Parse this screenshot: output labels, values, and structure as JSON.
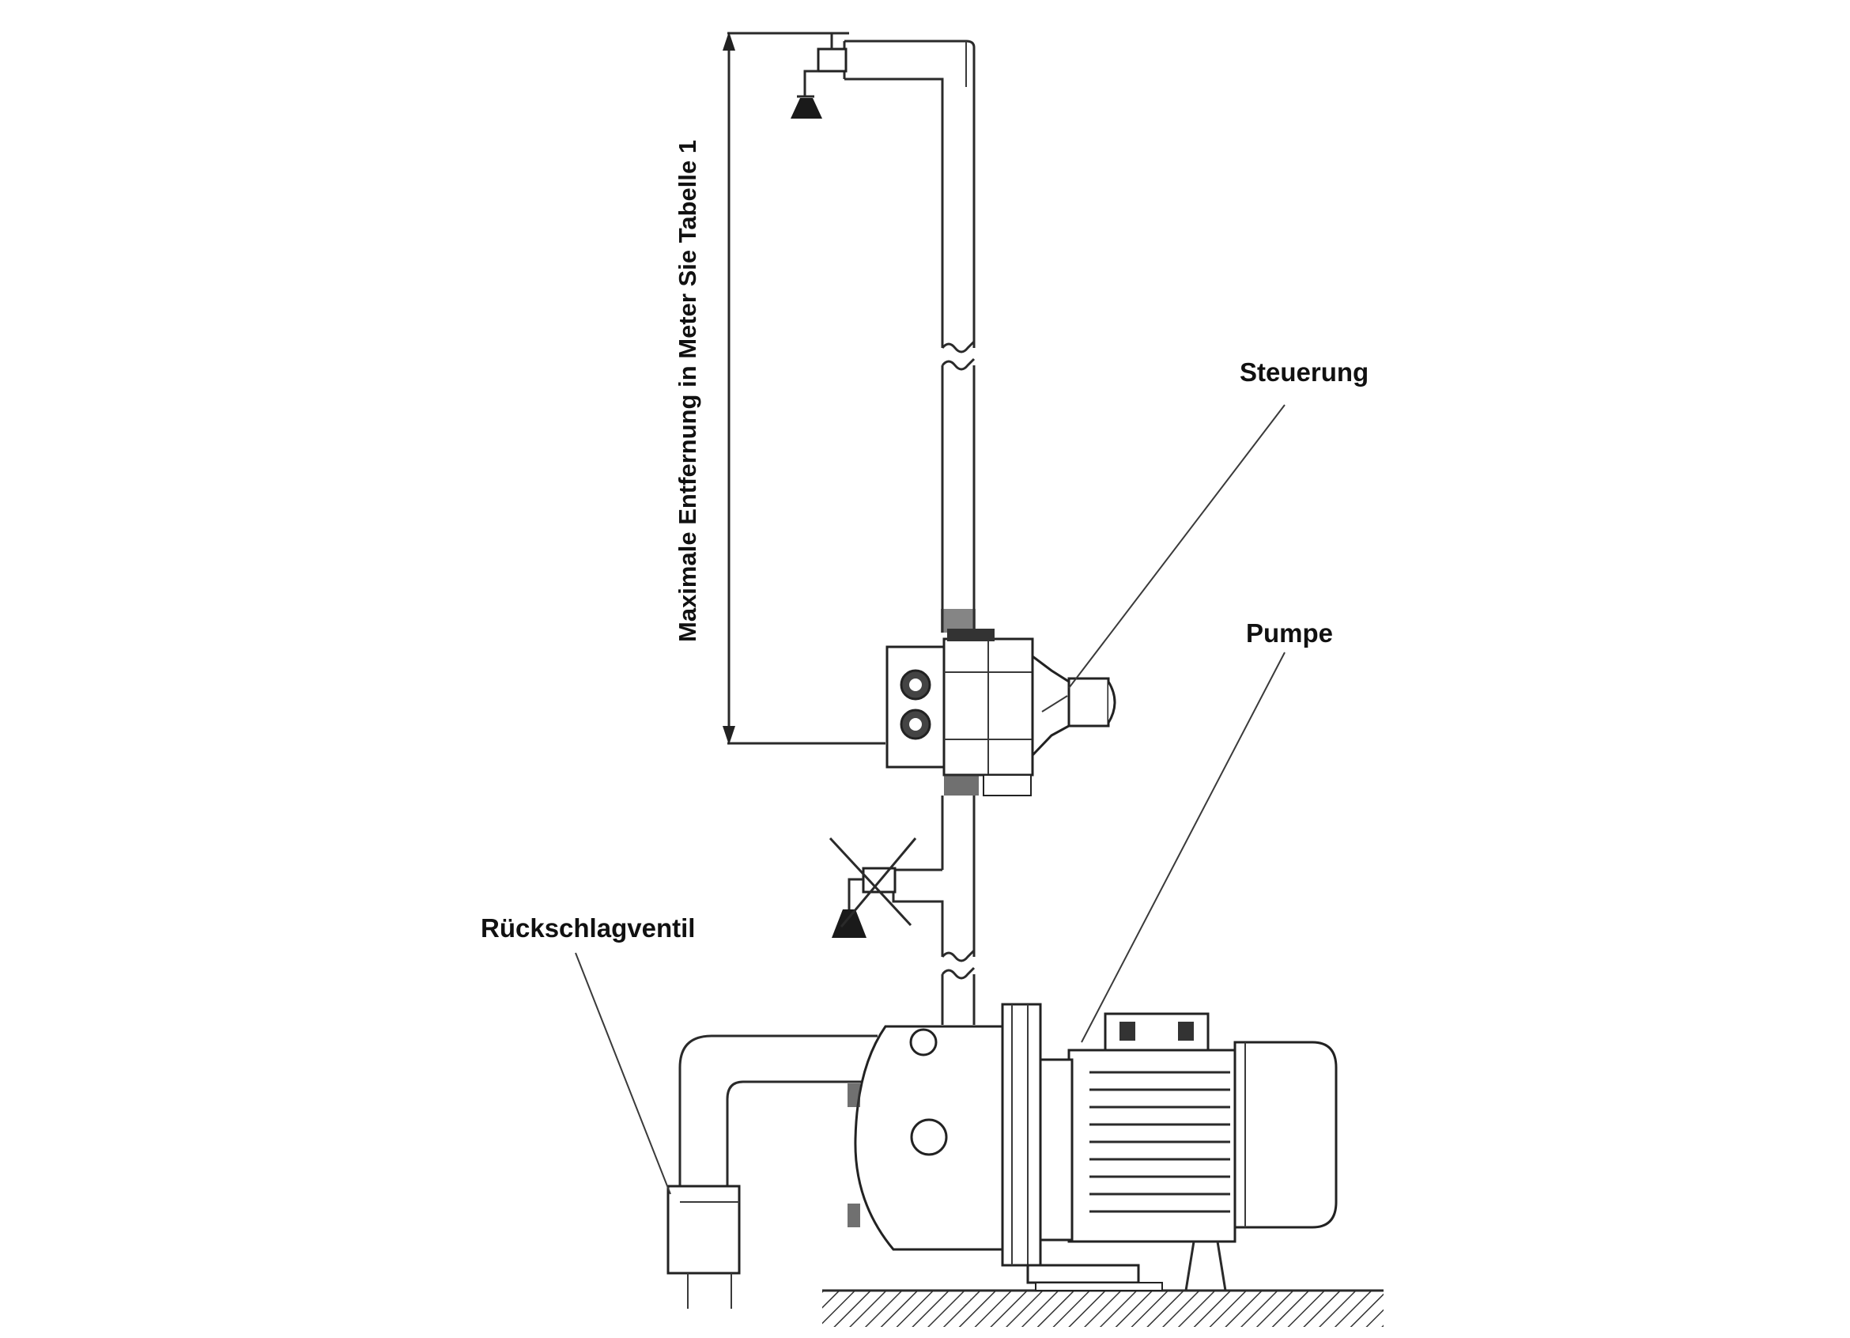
{
  "labels": {
    "steuerung": "Steuerung",
    "pumpe": "Pumpe",
    "rueckschlagventil": "Rückschlagventil",
    "distance": "Maximale Entfernung in Meter Sie Tabelle 1"
  },
  "colors": {
    "line": "#2a2a2a",
    "background": "#ffffff"
  }
}
